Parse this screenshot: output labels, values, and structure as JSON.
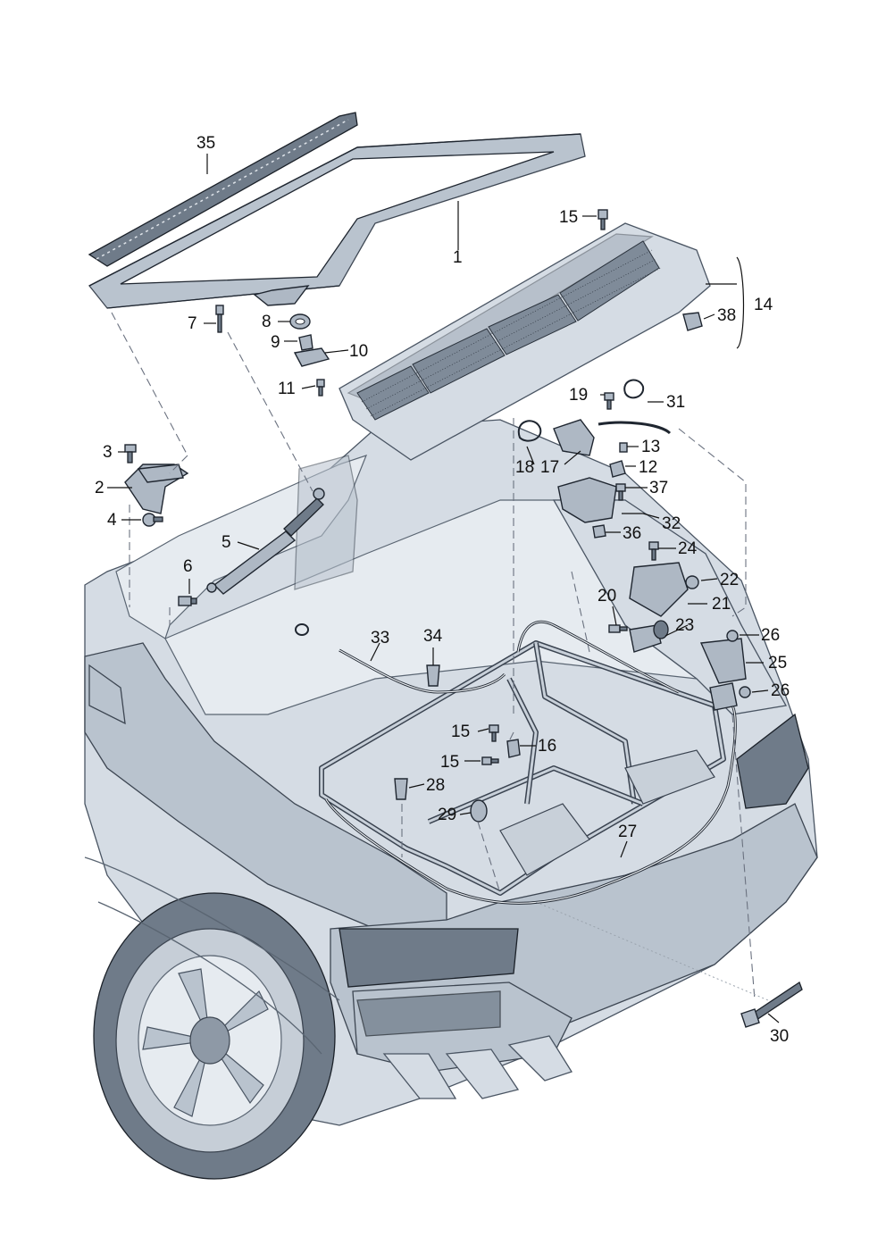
{
  "callouts": {
    "c1": "1",
    "c2": "2",
    "c3": "3",
    "c4": "4",
    "c5": "5",
    "c6": "6",
    "c7": "7",
    "c8": "8",
    "c9": "9",
    "c10": "10",
    "c11": "11",
    "c12": "12",
    "c13": "13",
    "c14": "14",
    "c15a": "15",
    "c15b": "15",
    "c15c": "15",
    "c16": "16",
    "c17": "17",
    "c18": "18",
    "c19": "19",
    "c20": "20",
    "c21": "21",
    "c22": "22",
    "c23": "23",
    "c24": "24",
    "c25": "25",
    "c26a": "26",
    "c26b": "26",
    "c27": "27",
    "c28": "28",
    "c29": "29",
    "c30": "30",
    "c31": "31",
    "c32": "32",
    "c33": "33",
    "c34": "34",
    "c35": "35",
    "c36": "36",
    "c37": "37",
    "c38": "38"
  }
}
